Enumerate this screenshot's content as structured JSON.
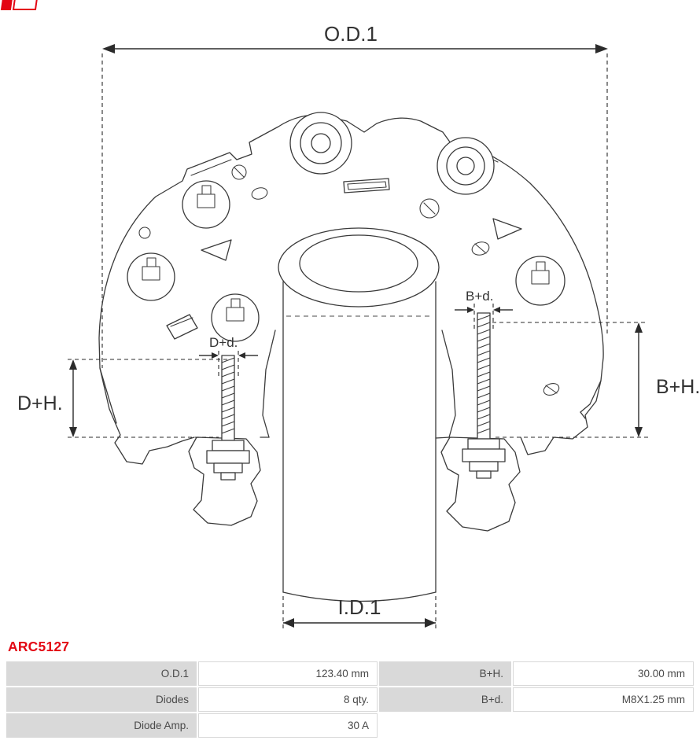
{
  "header": {
    "part_number": "ARC5127"
  },
  "diagram": {
    "labels": {
      "od1": "O.D.1",
      "id1": "I.D.1",
      "bh": "B+H.",
      "dh": "D+H.",
      "bd": "B+d.",
      "dd": "D+d."
    }
  },
  "specs": {
    "rows": [
      {
        "c0": "O.D.1",
        "c1": "123.40 mm",
        "c2": "B+H.",
        "c3": "30.00 mm"
      },
      {
        "c0": "Diodes",
        "c1": "8 qty.",
        "c2": "B+d.",
        "c3": "M8X1.25 mm"
      },
      {
        "c0": "Diode Amp.",
        "c1": "30 A",
        "c2": "",
        "c3": ""
      }
    ]
  },
  "colors": {
    "accent_red": "#e30613",
    "table_label_bg": "#d9d9d9",
    "drawing_line": "#3a3a3a"
  }
}
